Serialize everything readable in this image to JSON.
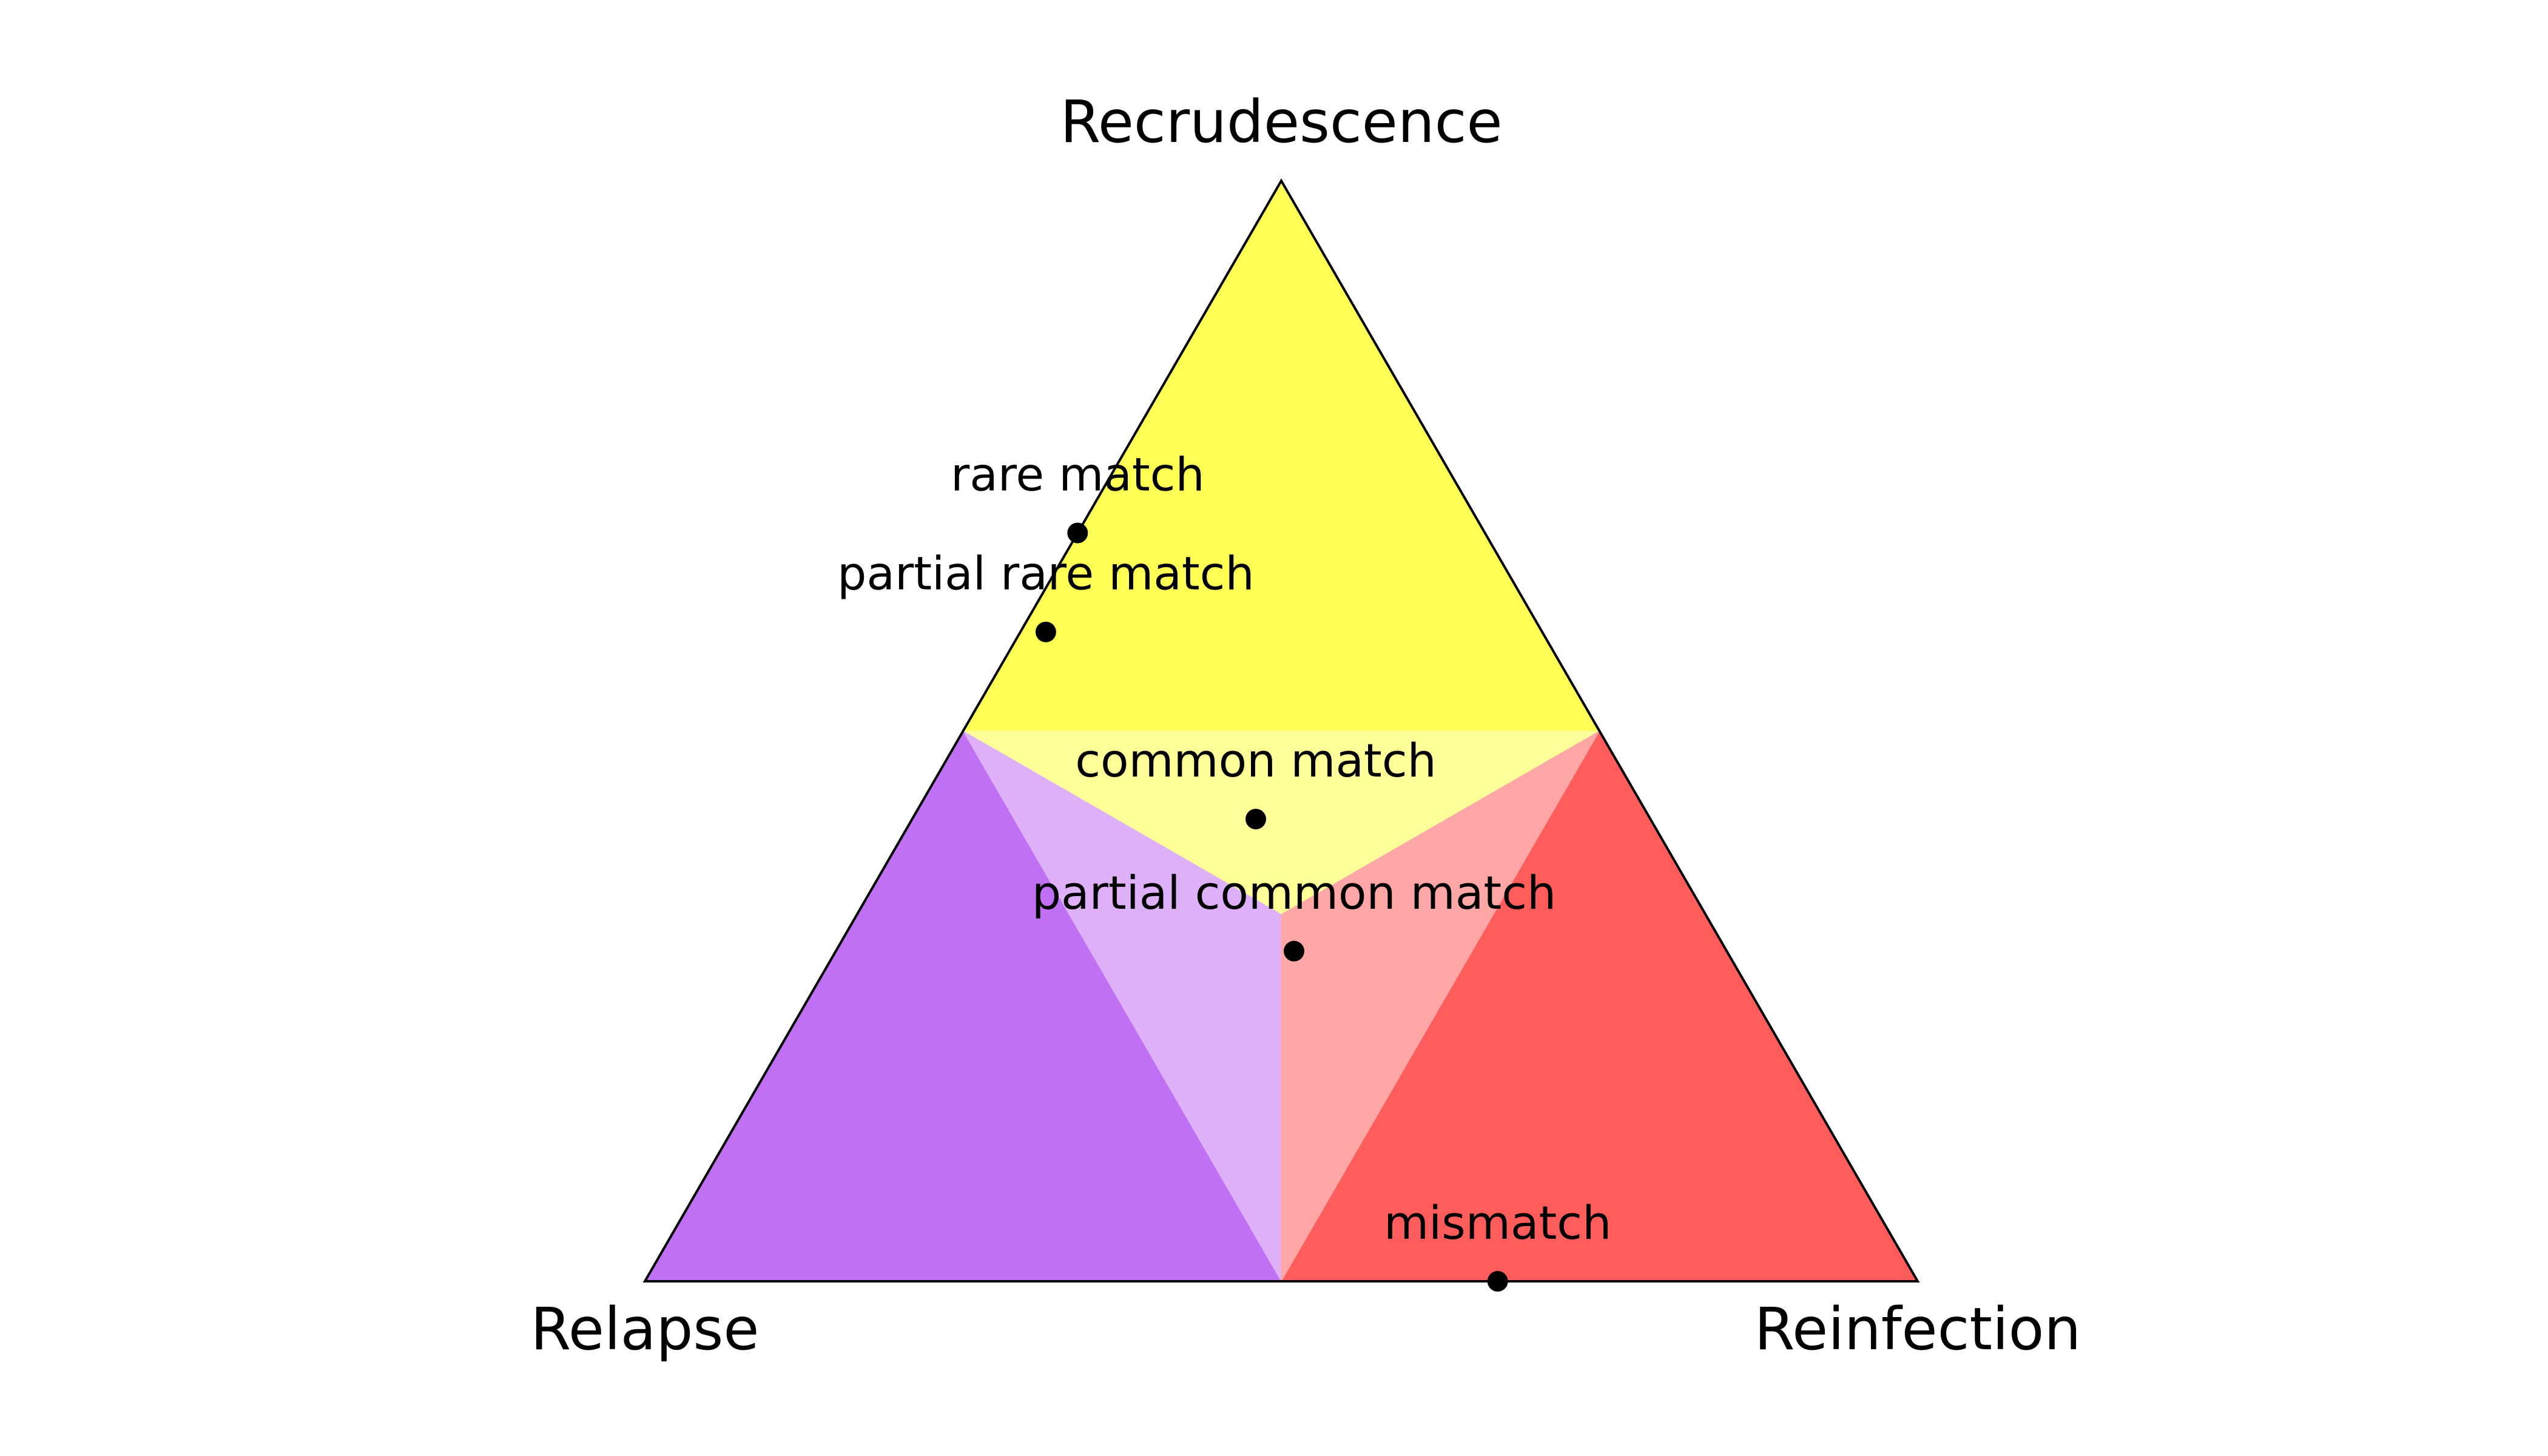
{
  "chart_data": {
    "type": "scatter",
    "subtype": "ternary",
    "title": "",
    "axes": {
      "top": "Recrudescence",
      "left": "Relapse",
      "right": "Reinfection"
    },
    "regions": [
      {
        "dominant": "Recrudescence",
        "color": "#ffff55"
      },
      {
        "dominant": "Relapse",
        "color": "#c070f2"
      },
      {
        "dominant": "Reinfection",
        "color": "#ff5c5c"
      },
      {
        "center_toward": "Recrudescence",
        "color": "#ffff99"
      },
      {
        "center_toward": "Relapse",
        "color": "#ddb0f7"
      },
      {
        "center_toward": "Reinfection",
        "color": "#ffa6a6"
      }
    ],
    "region_threshold": 0.5,
    "points": [
      {
        "label": "rare match",
        "recrudescence": 0.68,
        "relapse": 0.32,
        "reinfection": 0.0
      },
      {
        "label": "partial rare match",
        "recrudescence": 0.59,
        "relapse": 0.39,
        "reinfection": 0.02
      },
      {
        "label": "common match",
        "recrudescence": 0.42,
        "relapse": 0.31,
        "reinfection": 0.27
      },
      {
        "label": "partial common match",
        "recrudescence": 0.3,
        "relapse": 0.34,
        "reinfection": 0.36
      },
      {
        "label": "mismatch",
        "recrudescence": 0.0,
        "relapse": 0.33,
        "reinfection": 0.67
      }
    ],
    "point_color": "#000000",
    "grid": false,
    "legend": "none"
  }
}
